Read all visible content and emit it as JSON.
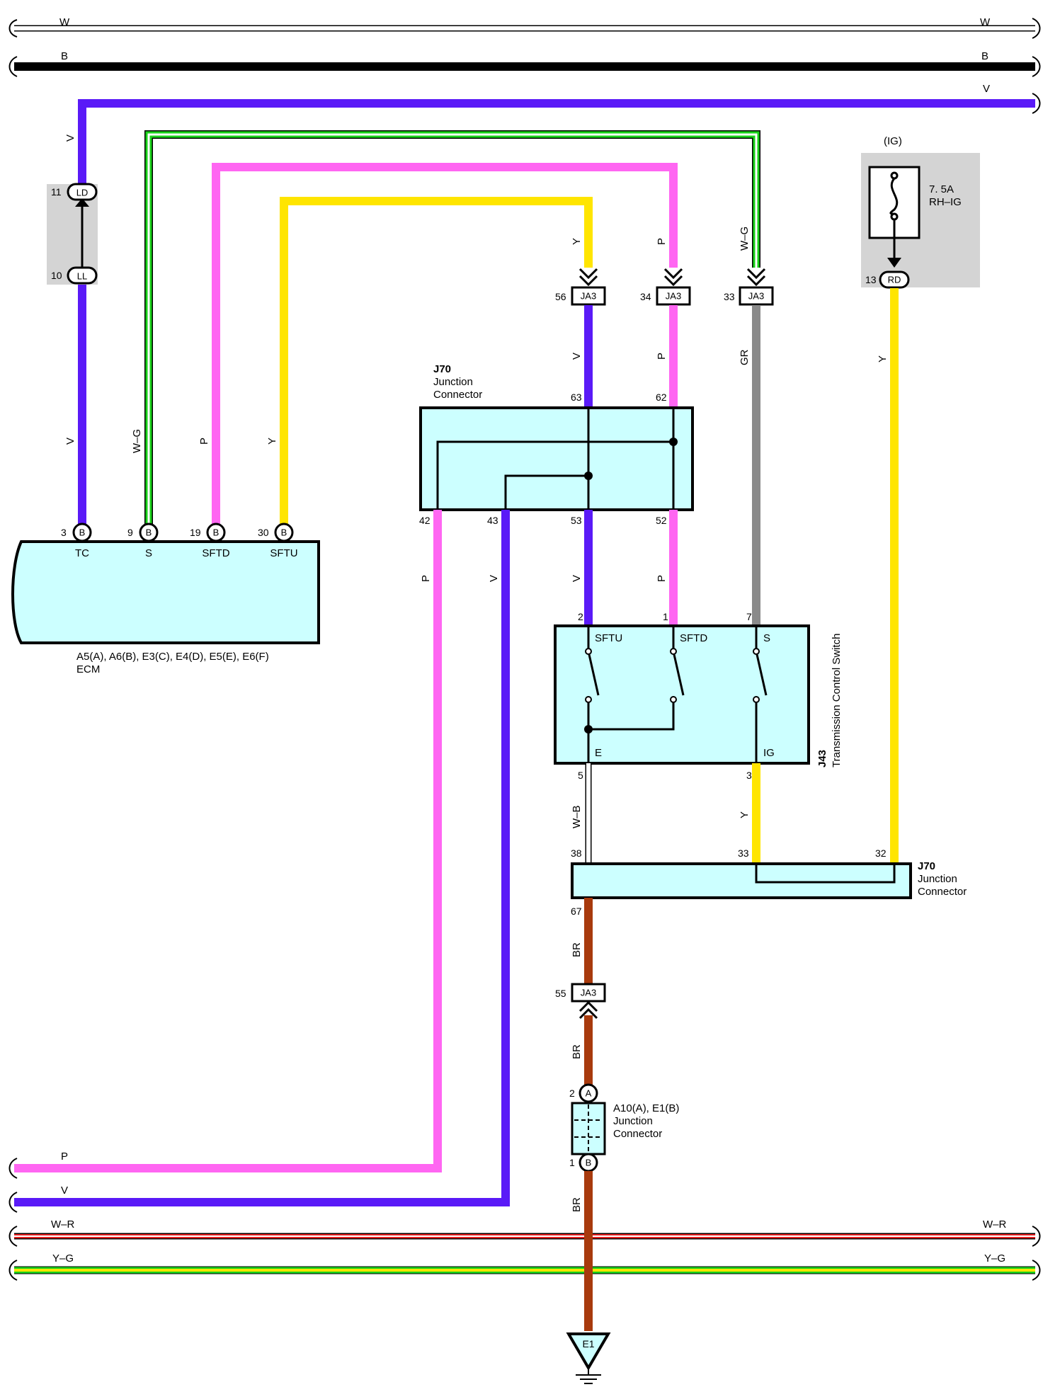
{
  "colors": {
    "violet": "#5A1AF7",
    "pink": "#FF66F2",
    "yellow": "#FFE500",
    "white": "#FFFFFF",
    "black": "#000000",
    "green": "#19D219",
    "gray": "#8A8A8A",
    "brown": "#A83A0D",
    "red": "#E82020",
    "box_fill": "#CCFFFF",
    "shade": "#D4D4D4"
  },
  "buses": {
    "w": "W",
    "b": "B",
    "v": "V",
    "p": "P",
    "v2": "V",
    "wr": "W–R",
    "yg": "Y–G"
  },
  "wire_labels": {
    "v_left_top": "V",
    "v_left_mid": "V",
    "wg_left": "W–G",
    "p_left": "P",
    "y_left": "Y",
    "y_to_ja3": "Y",
    "p_to_ja3": "P",
    "wg_to_ja3": "W–G",
    "v_ja3_j70": "V",
    "p_ja3_j70": "P",
    "gr_ja3_j43": "GR",
    "y_rd": "Y",
    "p_j70_42": "P",
    "v_j70_43": "V",
    "v_j70_53": "V",
    "p_j70_52": "P",
    "wb": "W–B",
    "y_j43": "Y",
    "br1": "BR",
    "br2": "BR",
    "br3": "BR"
  },
  "ecm": {
    "pins": [
      {
        "num": "3",
        "conn": "B",
        "name": "TC"
      },
      {
        "num": "9",
        "conn": "B",
        "name": "S"
      },
      {
        "num": "19",
        "conn": "B",
        "name": "SFTD"
      },
      {
        "num": "30",
        "conn": "B",
        "name": "SFTU"
      }
    ],
    "title": "A5(A), A6(B), E3(C), E4(D), E5(E), E6(F)",
    "name": "ECM"
  },
  "ld_ll": {
    "ld_num": "11",
    "ld": "LD",
    "ll_num": "10",
    "ll": "LL"
  },
  "fuse": {
    "group": "(IG)",
    "rating": "7. 5A",
    "name": "RH–IG",
    "pin_num": "13",
    "pin": "RD"
  },
  "ja3": [
    {
      "num": "56",
      "label": "JA3"
    },
    {
      "num": "34",
      "label": "JA3"
    },
    {
      "num": "33",
      "label": "JA3"
    },
    {
      "num": "55",
      "label": "JA3"
    }
  ],
  "j70_top": {
    "id": "J70",
    "l1": "Junction",
    "l2": "Connector",
    "pins_top": [
      "63",
      "62"
    ],
    "pins_bottom": [
      "42",
      "43",
      "53",
      "52"
    ]
  },
  "j43": {
    "id": "J43",
    "name": "Transmission Control Switch",
    "pins_top": [
      "2",
      "1",
      "7"
    ],
    "pins_bottom": [
      "5",
      "3"
    ],
    "terms": [
      "SFTU",
      "SFTD",
      "S",
      "E",
      "IG"
    ]
  },
  "j70_bottom": {
    "id": "J70",
    "l1": "Junction",
    "l2": "Connector",
    "pins": [
      "38",
      "33",
      "32",
      "67"
    ]
  },
  "a10": {
    "pin_a_num": "2",
    "pin_a": "A",
    "pin_b_num": "1",
    "pin_b": "B",
    "title": "A10(A), E1(B)",
    "l1": "Junction",
    "l2": "Connector"
  },
  "ground": {
    "label": "E1"
  }
}
